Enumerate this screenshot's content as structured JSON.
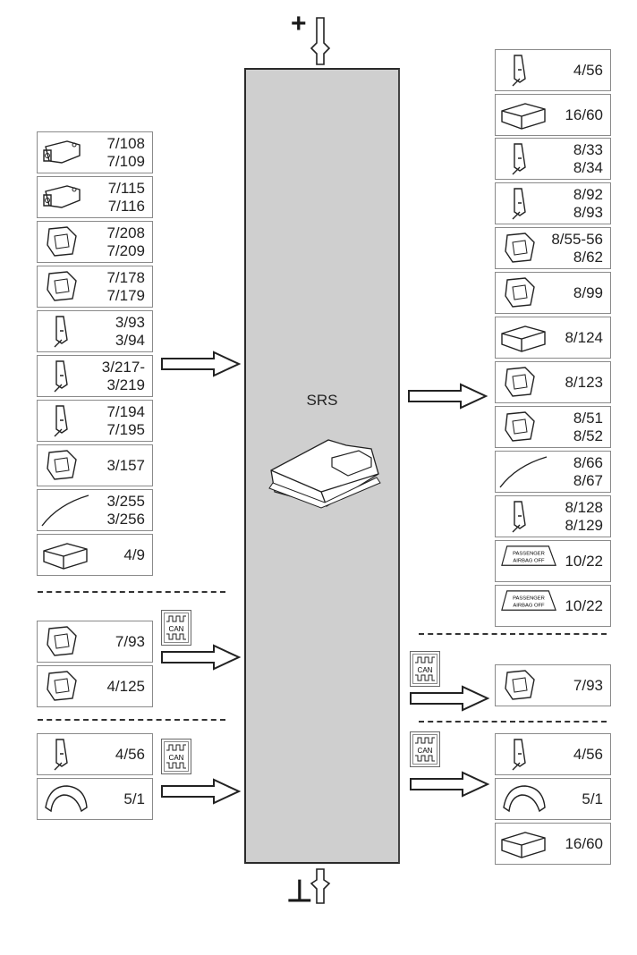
{
  "diagram": {
    "title": "SRS",
    "power_symbol": "+",
    "ground_symbol": "⊥",
    "can_label": "CAN",
    "left_inputs_group1": [
      {
        "icon": "sensor-icon",
        "lines": [
          "7/108",
          "7/109"
        ]
      },
      {
        "icon": "sensor-icon",
        "lines": [
          "7/115",
          "7/116"
        ]
      },
      {
        "icon": "seat-sensor-icon",
        "lines": [
          "7/208",
          "7/209"
        ]
      },
      {
        "icon": "buckle-sensor-icon",
        "lines": [
          "7/178",
          "7/179"
        ]
      },
      {
        "icon": "buckle-switch-icon",
        "lines": [
          "3/93",
          "3/94"
        ]
      },
      {
        "icon": "seatbelt-buckle-icon",
        "lines": [
          "3/217-",
          "3/219"
        ]
      },
      {
        "icon": "pretensioner-icon",
        "lines": [
          "7/194",
          "7/195"
        ]
      },
      {
        "icon": "switch-icon",
        "lines": [
          "3/157"
        ]
      },
      {
        "icon": "sensor-strip-icon",
        "lines": [
          "3/255",
          "3/256"
        ]
      },
      {
        "icon": "module-icon",
        "lines": [
          "4/9"
        ]
      }
    ],
    "left_inputs_group2": [
      {
        "icon": "occupant-sensor-icon",
        "lines": [
          "7/93"
        ]
      },
      {
        "icon": "remote-key-icon",
        "lines": [
          "4/125"
        ]
      }
    ],
    "left_inputs_group3": [
      {
        "icon": "connector-module-icon",
        "lines": [
          "4/56"
        ]
      },
      {
        "icon": "instrument-cluster-icon",
        "lines": [
          "5/1"
        ]
      }
    ],
    "right_outputs_group0": [
      {
        "icon": "connector-module-icon",
        "lines": [
          "4/56"
        ]
      },
      {
        "icon": "control-unit-icon",
        "lines": [
          "16/60"
        ]
      }
    ],
    "right_outputs_group1": [
      {
        "icon": "pretensioner-icon",
        "lines": [
          "8/33",
          "8/34"
        ]
      },
      {
        "icon": "belt-tensioner-icon",
        "lines": [
          "8/92",
          "8/93"
        ]
      },
      {
        "icon": "inflator-icon",
        "lines": [
          "8/55-56",
          "8/62"
        ]
      },
      {
        "icon": "steering-airbag-icon",
        "lines": [
          "8/99"
        ]
      },
      {
        "icon": "passenger-airbag-icon",
        "lines": [
          "8/124"
        ]
      },
      {
        "icon": "knee-airbag-icon",
        "lines": [
          "8/123"
        ]
      },
      {
        "icon": "side-airbag-icon",
        "lines": [
          "8/51",
          "8/52"
        ]
      },
      {
        "icon": "curtain-airbag-icon",
        "lines": [
          "8/66",
          "8/67"
        ]
      },
      {
        "icon": "pretensioner-icon",
        "lines": [
          "8/128",
          "8/129"
        ]
      },
      {
        "icon": "passenger-airbag-off-lamp-icon",
        "lines": [
          "10/22"
        ],
        "badge": [
          "PASSENGER",
          "AIRBAG  OFF"
        ]
      },
      {
        "icon": "passenger-airbag-off-lamp-icon",
        "lines": [
          "10/22"
        ],
        "badge": [
          "PASSENGER",
          "AIRBAG  OFF"
        ]
      }
    ],
    "right_outputs_group2": [
      {
        "icon": "occupant-sensor-icon",
        "lines": [
          "7/93"
        ]
      }
    ],
    "right_outputs_group3": [
      {
        "icon": "connector-module-icon",
        "lines": [
          "4/56"
        ]
      },
      {
        "icon": "instrument-cluster-icon",
        "lines": [
          "5/1"
        ]
      },
      {
        "icon": "control-unit-icon",
        "lines": [
          "16/60"
        ]
      }
    ]
  }
}
